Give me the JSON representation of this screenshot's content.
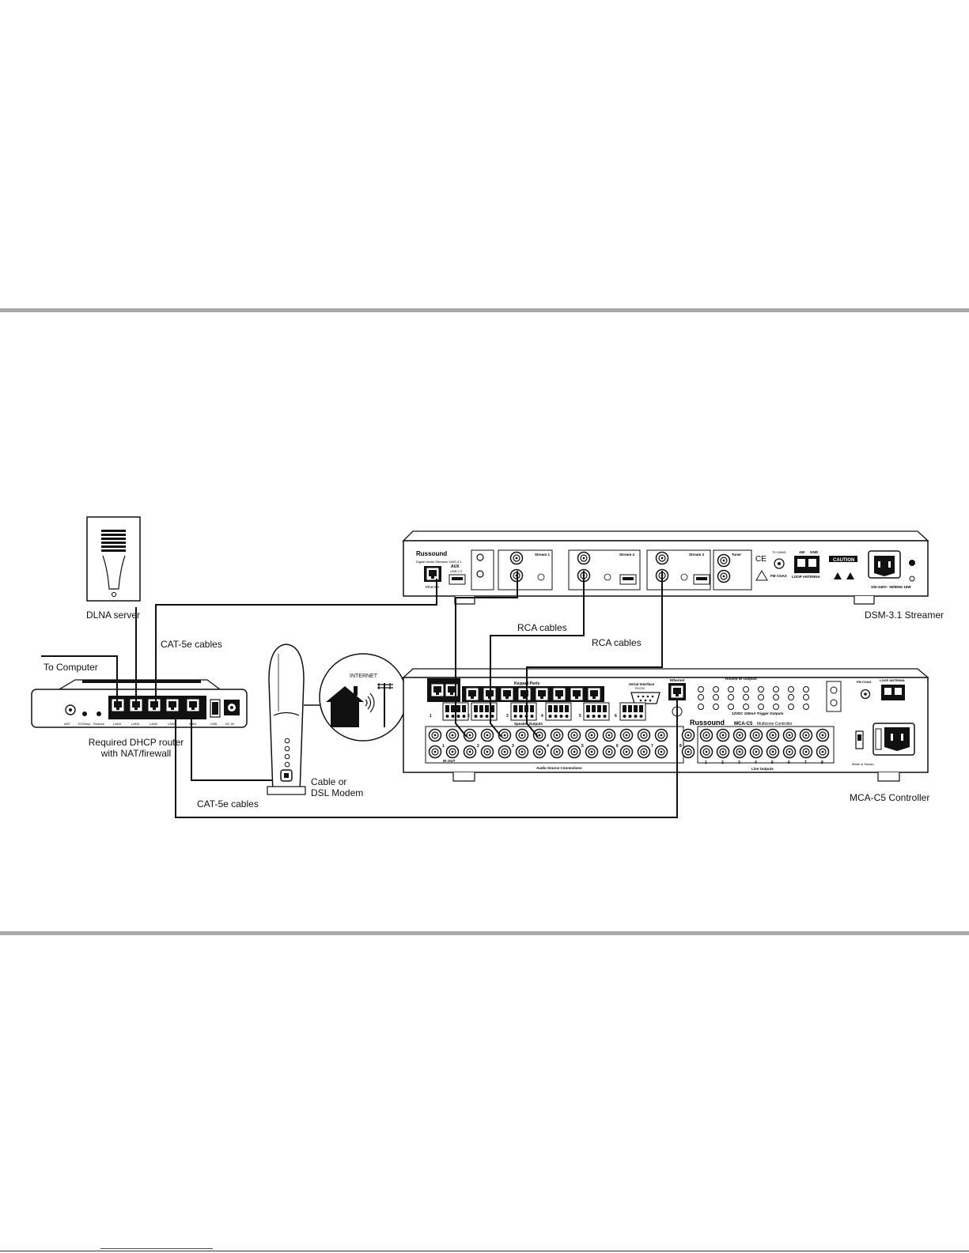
{
  "labels": {
    "dlna_server": "DLNA server",
    "cat5e_top": "CAT-5e cables",
    "to_computer": "To Computer",
    "router_line1": "Required DHCP router",
    "router_line2": "with NAT/firewall",
    "internet": "INTERNET",
    "modem_line1": "Cable or",
    "modem_line2": "DSL Modem",
    "cat5e_bottom": "CAT-5e cables",
    "rca_1": "RCA cables",
    "rca_2": "RCA cables",
    "dsm_caption": "DSM-3.1 Streamer",
    "mca_caption": "MCA-C5 Controller"
  },
  "dsm": {
    "brand": "Russound",
    "model": "Digital Media Streamer DMS-3.1",
    "ethernet": "Ethernet",
    "aux": "AUX",
    "usb": "USB 2.0",
    "stream1": "Stream 1",
    "stream2": "Stream 2",
    "stream3": "Stream 3",
    "tuner": "Tuner",
    "fm_ohm": "75 OHMS",
    "fm_coax": "FM COAX",
    "am": "AM",
    "gnd": "GND",
    "loop_antenna": "LOOP ANTENNA",
    "caution": "CAUTION",
    "power": "100-240V~ 50/60Hz 15W",
    "ce": "CE"
  },
  "mca": {
    "brand": "Russound",
    "model": "MCA-C5",
    "model_desc": "Multizone Controller",
    "keypad_ports": "Keypad Ports",
    "serial_interface": "Serial Interface",
    "rs232": "RS232",
    "ethernet": "Ethernet",
    "routed_ir": "Routed IR Outputs",
    "trigger_outputs": "12VDC 100mA Trigger Outputs",
    "speaker_outputs": "Speaker Outputs",
    "audio_source": "Audio Source Connections",
    "line_outputs": "Line Outputs",
    "fm_coax": "FM COAX",
    "loop_antenna": "LOOP ANTENNA",
    "made_in": "Made in Taiwan",
    "zone_numbers": [
      "1",
      "2",
      "3",
      "4",
      "5",
      "6"
    ],
    "source_numbers": [
      "1",
      "2",
      "3",
      "4",
      "5",
      "6",
      "7",
      "8"
    ],
    "line_numbers": [
      "1",
      "2",
      "3",
      "4",
      "5",
      "6",
      "7",
      "8"
    ],
    "in": "IN",
    "out": "OUT"
  },
  "router": {
    "ant": "ANT",
    "wps": "EZSetup",
    "reset": "Restore",
    "lan4": "LAN4",
    "lan3": "LAN3",
    "lan2": "LAN2",
    "lan1": "LAN1",
    "wan": "WAN",
    "usb": "USB",
    "dc": "DC IN"
  }
}
